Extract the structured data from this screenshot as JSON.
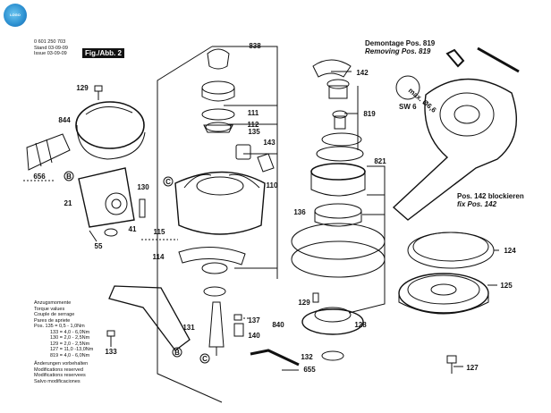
{
  "header": {
    "part_number": "0 601 250 703",
    "stand_label": "Stand",
    "stand_date": "03-09-09",
    "issue_label": "Issue",
    "issue_date": "03-09-09",
    "figure_tag": "Fig./Abb. 2"
  },
  "notes": {
    "demontage_de": "Demontage Pos. 819",
    "demontage_en": "Removing Pos. 819",
    "block_de": "Pos. 142 blockieren",
    "block_en": "fix Pos. 142",
    "max_label": "max. Ø6,6",
    "sw_label": "SW 6"
  },
  "torque": {
    "lines_intro": [
      "Anzugsmomente",
      "Torque values",
      "Couple de serrage",
      "Pares de apriete"
    ],
    "rows": [
      "Pos. 135 = 0,5 - 1,0Nm",
      "133 = 4,0 - 6,0Nm",
      "130 = 2,0 - 2,5Nm",
      "129 = 2,0 - 2,5Nm",
      "127 = 11,0 -13,0Nm",
      "819 = 4,0 - 6,0Nm"
    ],
    "change_lines": [
      "Änderungen vorbehalten",
      "Modifications reserved",
      "Modifications reservees",
      "Salvo modificaciones"
    ]
  },
  "callouts": {
    "n838": "838",
    "n142": "142",
    "n129a": "129",
    "n844": "844",
    "n111": "111",
    "n112": "112",
    "n135": "135",
    "n143": "143",
    "n819": "819",
    "n656": "656",
    "nB1": "B",
    "n130": "130",
    "n21": "21",
    "nC1": "C",
    "n110": "110",
    "n821": "821",
    "n41": "41",
    "n55": "55",
    "n115": "115",
    "n136": "136",
    "n124": "124",
    "n114": "114",
    "n129b": "129",
    "n128": "128",
    "n137": "137",
    "n840": "840",
    "n140": "140",
    "n131": "131",
    "nB2": "B",
    "n133": "133",
    "nC2": "C",
    "n132": "132",
    "n655": "655",
    "n127": "127",
    "n125": "125"
  }
}
